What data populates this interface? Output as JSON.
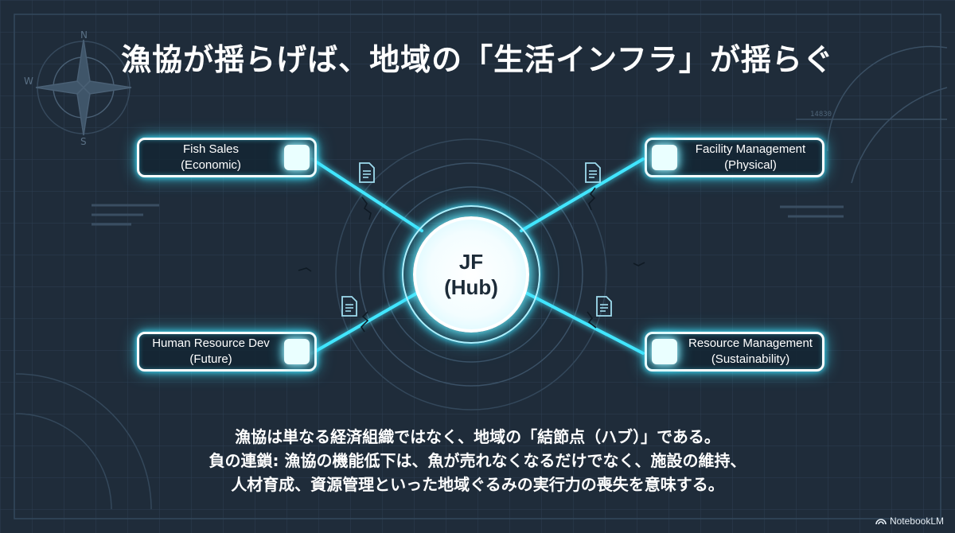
{
  "title": "漁協が揺らげば、地域の「生活インフラ」が揺らぐ",
  "hub": {
    "line1": "JF",
    "line2": "(Hub)"
  },
  "nodes": [
    {
      "line1": "Fish Sales",
      "line2": "(Economic)"
    },
    {
      "line1": "Facility Management",
      "line2": "(Physical)"
    },
    {
      "line1": "Human Resource Dev",
      "line2": "(Future)"
    },
    {
      "line1": "Resource Management",
      "line2": "(Sustainability)"
    }
  ],
  "body": [
    "漁協は単なる経済組織ではなく、地域の「結節点（ハブ）」である。",
    "負の連鎖: 漁協の機能低下は、魚が売れなくなるだけでなく、施設の維持、",
    "人材育成、資源管理といった地域ぐるみの実行力の喪失を意味する。"
  ],
  "compass": {
    "n": "N",
    "w": "W",
    "s": "S"
  },
  "blueprint_number": "14830",
  "watermark": "NotebookLM",
  "colors": {
    "background": "#1f2c3a",
    "glow": "#3fe3ff",
    "grid": "#31455a"
  },
  "icons": [
    "document-icon",
    "compass-rose-icon",
    "notebooklm-logo-icon"
  ]
}
